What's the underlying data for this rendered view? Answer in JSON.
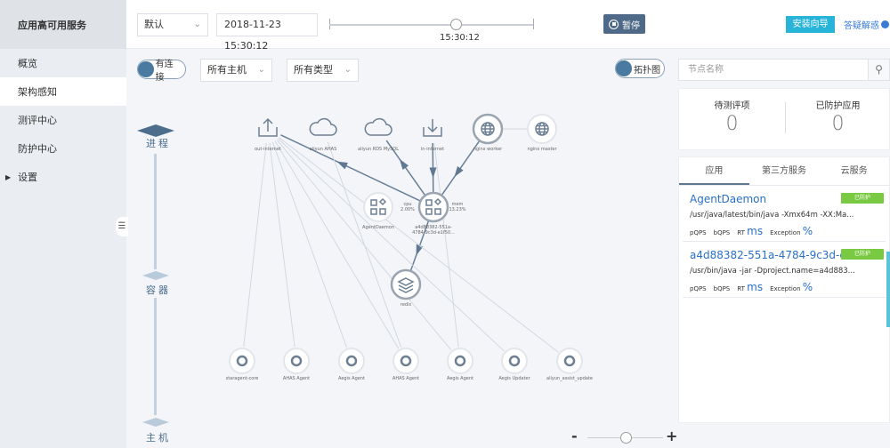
{
  "sidebar": {
    "title": "应用高可用服务",
    "items": [
      {
        "label": "概览",
        "active": false
      },
      {
        "label": "架构感知",
        "active": true
      },
      {
        "label": "测评中心",
        "active": false
      },
      {
        "label": "防护中心",
        "active": false
      },
      {
        "label": "设置",
        "active": false,
        "expandable": true
      }
    ],
    "collapse_icon": "list-icon"
  },
  "topbar": {
    "view_select": "默认",
    "datetime": "2018-11-23 15:30:12",
    "timeline_time": "15:30:12",
    "timeline_position": 0.62,
    "pause_label": "暂停",
    "install_label": "安装向导",
    "faq_label": "答疑解惑"
  },
  "filters": {
    "connection_toggle": "有连接",
    "host_select": "所有主机",
    "type_select": "所有类型",
    "topology_toggle": "拓扑图"
  },
  "levels": [
    "进程",
    "容器",
    "主机"
  ],
  "graph": {
    "nodes": [
      {
        "id": "out",
        "label": "out-internet",
        "icon": "upload-icon"
      },
      {
        "id": "ahas",
        "label": "aliyun AHAS",
        "icon": "cloud-icon"
      },
      {
        "id": "rds",
        "label": "aliyun RDS MySQL",
        "icon": "cloud-icon"
      },
      {
        "id": "in",
        "label": "in-internet",
        "icon": "download-icon"
      },
      {
        "id": "nw",
        "label": "nginx worker",
        "icon": "globe-icon"
      },
      {
        "id": "nm",
        "label": "nginx master",
        "icon": "globe-icon"
      },
      {
        "id": "ad",
        "label": "AgentDaemon",
        "icon": "apps-icon"
      },
      {
        "id": "a4",
        "label": "a4d88382-551a-4784-9c3d-e1f50...",
        "icon": "apps-icon",
        "cpu_label": "cpu",
        "cpu": "2.00%",
        "mem_label": "mem",
        "mem": "13.23%"
      },
      {
        "id": "redis",
        "label": "redis",
        "icon": "layers-icon"
      },
      {
        "id": "h1",
        "label": "staragent-core",
        "icon": "agent-icon"
      },
      {
        "id": "h2",
        "label": "AHAS Agent",
        "icon": "agent-icon"
      },
      {
        "id": "h3",
        "label": "Aegis Agent",
        "icon": "agent-icon"
      },
      {
        "id": "h4",
        "label": "AHAS Agent",
        "icon": "agent-icon"
      },
      {
        "id": "h5",
        "label": "Aegis Agent",
        "icon": "agent-icon"
      },
      {
        "id": "h6",
        "label": "Aegis Updater",
        "icon": "agent-icon"
      },
      {
        "id": "h7",
        "label": "aliyun_assist_update",
        "icon": "agent-icon"
      }
    ],
    "edges": [
      {
        "from": "a4",
        "to": "out",
        "strong": true
      },
      {
        "from": "a4",
        "to": "rds",
        "strong": true
      },
      {
        "from": "in",
        "to": "a4",
        "strong": true
      },
      {
        "from": "nw",
        "to": "a4",
        "strong": true
      },
      {
        "from": "a4",
        "to": "redis",
        "strong": true
      },
      {
        "from": "out",
        "to": "h1"
      },
      {
        "from": "out",
        "to": "h2"
      },
      {
        "from": "out",
        "to": "h3"
      },
      {
        "from": "out",
        "to": "h4"
      },
      {
        "from": "out",
        "to": "h5"
      },
      {
        "from": "out",
        "to": "h6"
      },
      {
        "from": "out",
        "to": "h7"
      },
      {
        "from": "ahas",
        "to": "h4"
      },
      {
        "from": "in",
        "to": "h5"
      },
      {
        "from": "nw",
        "to": "nm"
      }
    ],
    "zoom_level": 0.5
  },
  "right_panel": {
    "search_placeholder": "节点名称",
    "stats": [
      {
        "label": "待测评项",
        "value": "0"
      },
      {
        "label": "已防护应用",
        "value": "0"
      }
    ],
    "tabs": [
      {
        "label": "应用",
        "active": true
      },
      {
        "label": "第三方服务",
        "active": false
      },
      {
        "label": "云服务",
        "active": false
      }
    ],
    "apps": [
      {
        "name": "AgentDaemon",
        "badge": "已防护",
        "cmd": "/usr/java/latest/bin/java -Xmx64m -XX:Ma...",
        "m1": "pQPS",
        "m2": "bQPS",
        "m3": "RT",
        "m3u": "ms",
        "m4": "Exception",
        "m4u": "%"
      },
      {
        "name": "a4d88382-551a-4784-9c3d-e...",
        "badge": "已防护",
        "cmd": "/usr/bin/java -jar -Dproject.name=a4d883...",
        "m1": "pQPS",
        "m2": "bQPS",
        "m3": "RT",
        "m3u": "ms",
        "m4": "Exception",
        "m4u": "%"
      }
    ]
  },
  "zoom_control": {
    "minus": "-",
    "plus": "+"
  }
}
